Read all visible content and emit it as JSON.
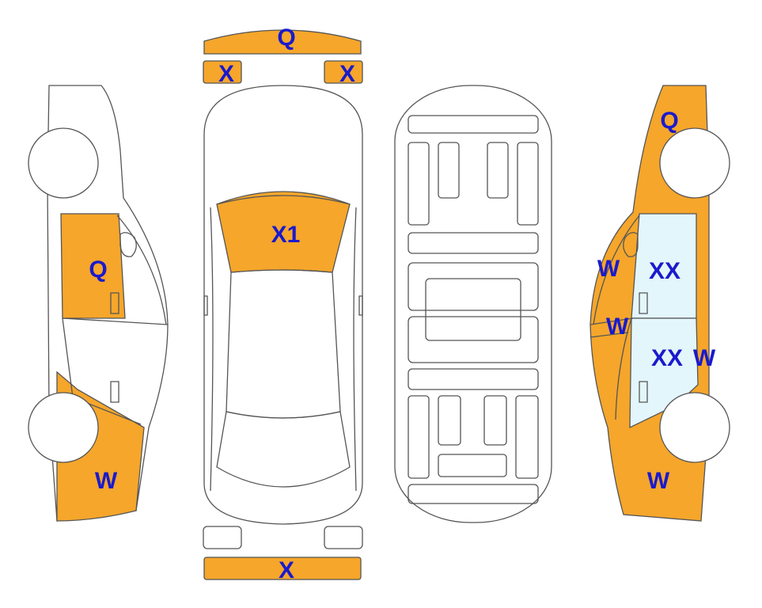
{
  "colors": {
    "highlight": "#f5a62b",
    "glass": "#e3f6fb",
    "label_text": "#1a1acc",
    "outline": "#555555"
  },
  "labels": {
    "top_front_bumper": "Q",
    "top_front_left_light": "X",
    "top_front_right_light": "X",
    "top_windshield": "X1",
    "top_rear_bumper": "X",
    "left_front_door": "Q",
    "left_rear_quarter": "W",
    "right_front_fender": "Q",
    "right_a_pillar": "W",
    "right_front_door": "XX",
    "right_sill": "W",
    "right_rear_door": "XX",
    "right_c_pillar": "W",
    "right_rear_quarter": "W"
  }
}
